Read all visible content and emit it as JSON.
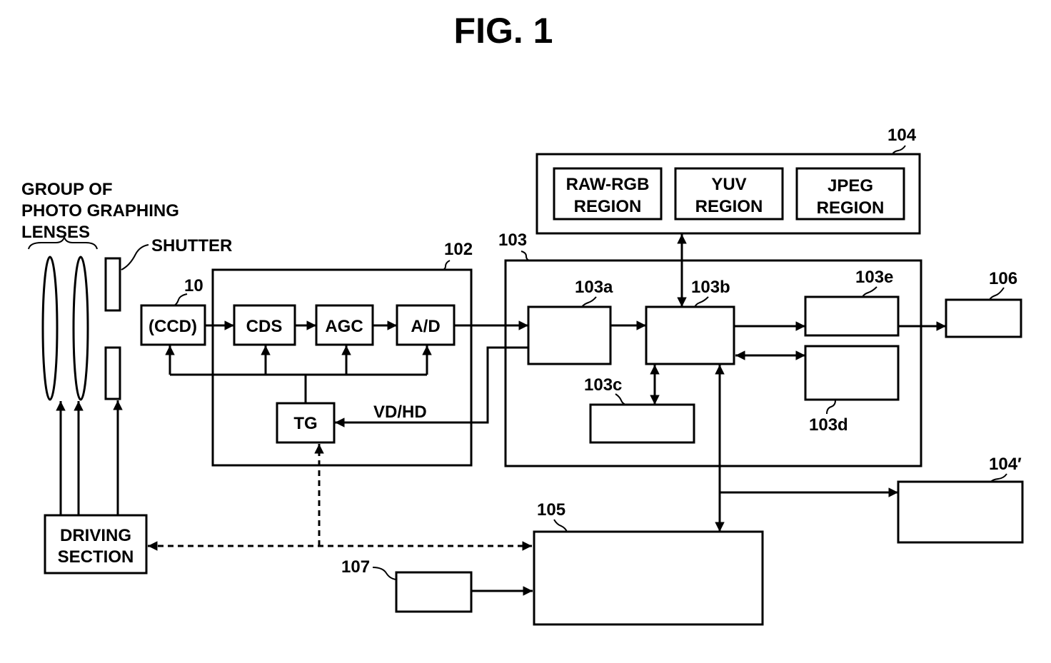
{
  "figure": {
    "title": "FIG. 1"
  },
  "lenses": {
    "label_lines": [
      "GROUP OF",
      "PHOTO GRAPHING",
      "LENSES"
    ]
  },
  "shutter": {
    "label": "SHUTTER"
  },
  "driving_section": {
    "label_lines": [
      "DRIVING",
      "SECTION"
    ]
  },
  "sensor": {
    "label": "(CCD)",
    "ref": "10"
  },
  "front_end": {
    "ref": "102",
    "cds": "CDS",
    "agc": "AGC",
    "ad": "A/D",
    "tg": "TG",
    "sync_signal": "VD/HD"
  },
  "processor": {
    "ref": "103",
    "blocks": {
      "a": "103a",
      "b": "103b",
      "c": "103c",
      "d": "103d",
      "e": "103e"
    }
  },
  "memory": {
    "ref": "104",
    "regions": [
      {
        "lines": [
          "RAW-RGB",
          "REGION"
        ]
      },
      {
        "lines": [
          "YUV",
          "REGION"
        ]
      },
      {
        "lines": [
          "JPEG",
          "REGION"
        ]
      }
    ]
  },
  "refs": {
    "r104p": "104′",
    "r105": "105",
    "r106": "106",
    "r107": "107"
  }
}
